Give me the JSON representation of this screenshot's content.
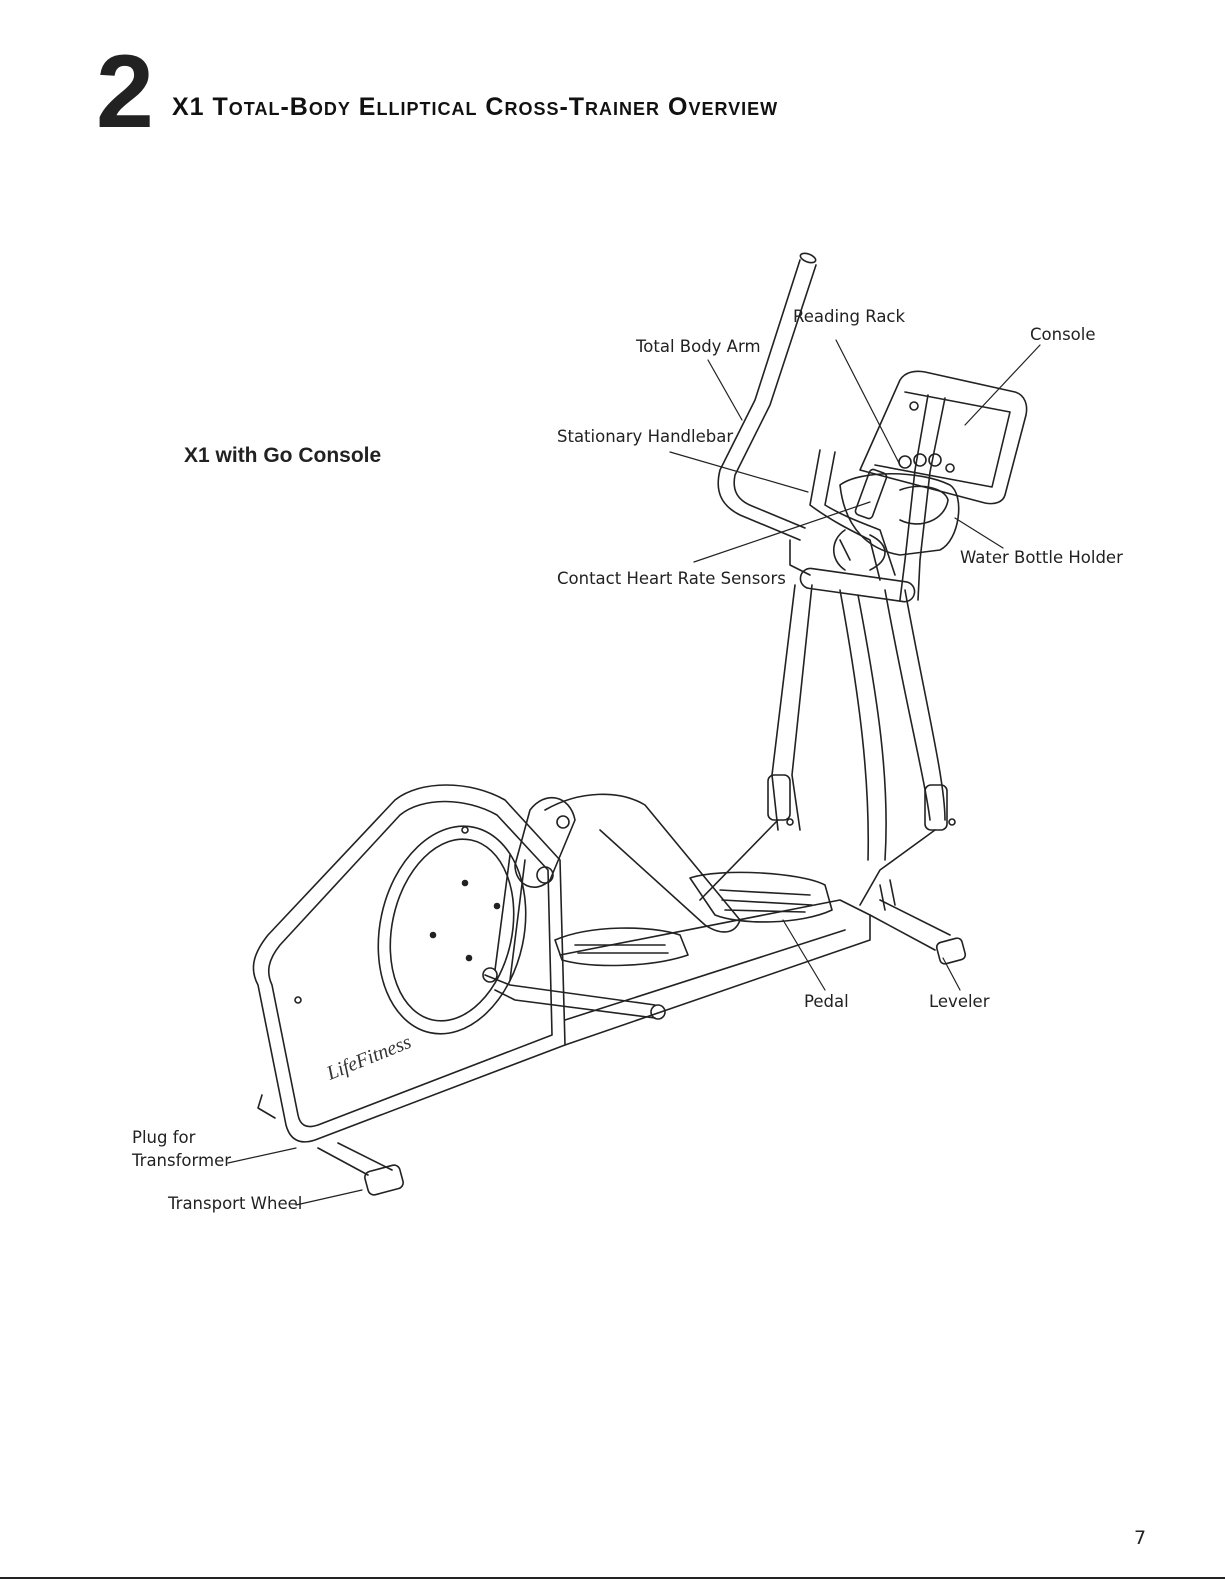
{
  "header": {
    "chapter_number": "2",
    "chapter_title": "X1 Total-Body Elliptical Cross-Trainer Overview"
  },
  "model_label": "X1 with Go Console",
  "callouts": {
    "reading_rack": "Reading Rack",
    "console": "Console",
    "total_body_arm": "Total Body Arm",
    "stationary_handlebar": "Stationary Handlebar",
    "water_bottle_holder": "Water Bottle Holder",
    "contact_heart_rate_sensors": "Contact Heart Rate Sensors",
    "pedal": "Pedal",
    "leveler": "Leveler",
    "plug_for": "Plug for",
    "transformer": "Transformer",
    "transport_wheel": "Transport Wheel"
  },
  "logo_text": "LifeFitness",
  "page_number": "7"
}
